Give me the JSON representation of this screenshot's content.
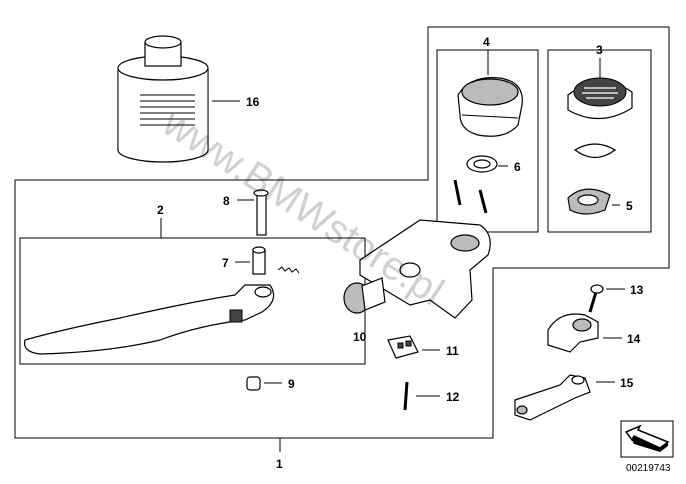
{
  "diagram": {
    "labels": {
      "p1": "1",
      "p2": "2",
      "p3": "3",
      "p4": "4",
      "p5": "5",
      "p6": "6",
      "p7": "7",
      "p8": "8",
      "p9": "9",
      "p10": "10",
      "p11": "11",
      "p12": "12",
      "p13": "13",
      "p14": "14",
      "p15": "15",
      "p16": "16"
    },
    "watermark": "www.BMWstore.pl",
    "diagram_code": "00219743"
  }
}
